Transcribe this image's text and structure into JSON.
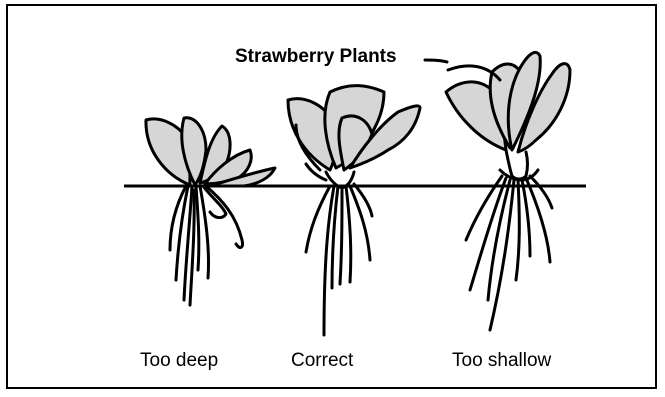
{
  "title": "Strawberry Plants",
  "labels": {
    "deep": "Too deep",
    "correct": "Correct",
    "shallow": "Too shallow"
  },
  "colors": {
    "leaf_fill": "#d6d6d6",
    "line": "#000000",
    "background": "#ffffff"
  }
}
